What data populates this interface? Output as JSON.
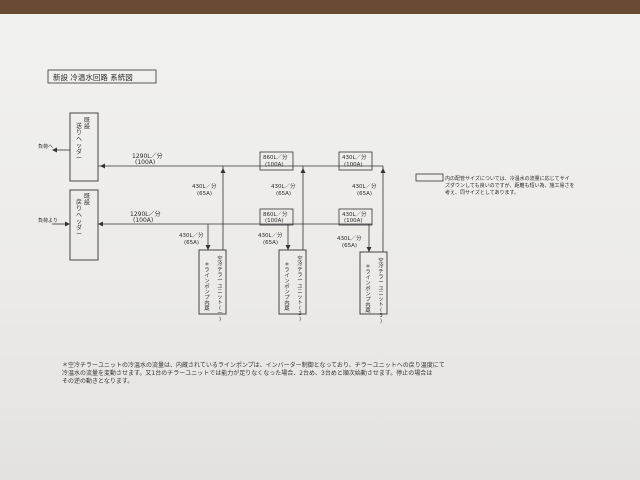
{
  "title": "新設 冷温水回路 系統図",
  "headers": {
    "supply": {
      "label": "既設 送りヘッダー",
      "col1": "既設",
      "col2": "送りヘッダー",
      "side_label": "負荷へ"
    },
    "return": {
      "label": "既設 戻りヘッダー",
      "col1": "既設",
      "col2": "戻りヘッダー",
      "side_label": "負荷より"
    }
  },
  "main_supply": {
    "flow": "1290L／分",
    "size": "(100A)"
  },
  "main_return": {
    "flow": "1290L／分",
    "size": "(100A)"
  },
  "branch_supply": [
    {
      "flow": "860L／分",
      "size": "(100A)"
    },
    {
      "flow": "430L／分",
      "size": "(100A)"
    }
  ],
  "branch_return": [
    {
      "flow": "860L／分",
      "size": "(100A)"
    },
    {
      "flow": "430L／分",
      "size": "(100A)"
    }
  ],
  "unit_pipes": [
    {
      "supply_flow": "430L／分",
      "supply_size": "(65A)",
      "return_flow": "430L／分",
      "return_size": "(65A)"
    },
    {
      "supply_flow": "430L／分",
      "supply_size": "(65A)",
      "return_flow": "430L／分",
      "return_size": "(65A)"
    },
    {
      "supply_flow": "430L／分",
      "supply_size": "(65A)",
      "return_flow": "430L／分",
      "return_size": "(65A)"
    }
  ],
  "units": [
    {
      "col1": "空冷チラーユニット(一)",
      "col2": "＊ラインポンプ内蔵"
    },
    {
      "col1": "空冷チラーユニット(2)",
      "col2": "＊ラインポンプ内蔵"
    },
    {
      "col1": "空冷チラーユニット(3)",
      "col2": "＊ラインポンプ内蔵"
    }
  ],
  "legend": {
    "line1": "内の配管サイズについては、冷温水の流量に応じてサイ",
    "line2": "ズダウンしても良いのですが、距離も短い為、施工易さを",
    "line3": "考え、同サイズとしてあります。"
  },
  "notes": [
    "＊空冷チラーユニットの冷温水の流量は、内蔵されているラインポンプは、インバーター制御となっており、チラーユニットへの戻り温度にて",
    "冷温水の流量を変動させます。又1台のチラーユニットでは能力が足りなくなった場合、2台め、3台めと順次始動させます。停止の場合は",
    "その逆の動きとなります。"
  ]
}
